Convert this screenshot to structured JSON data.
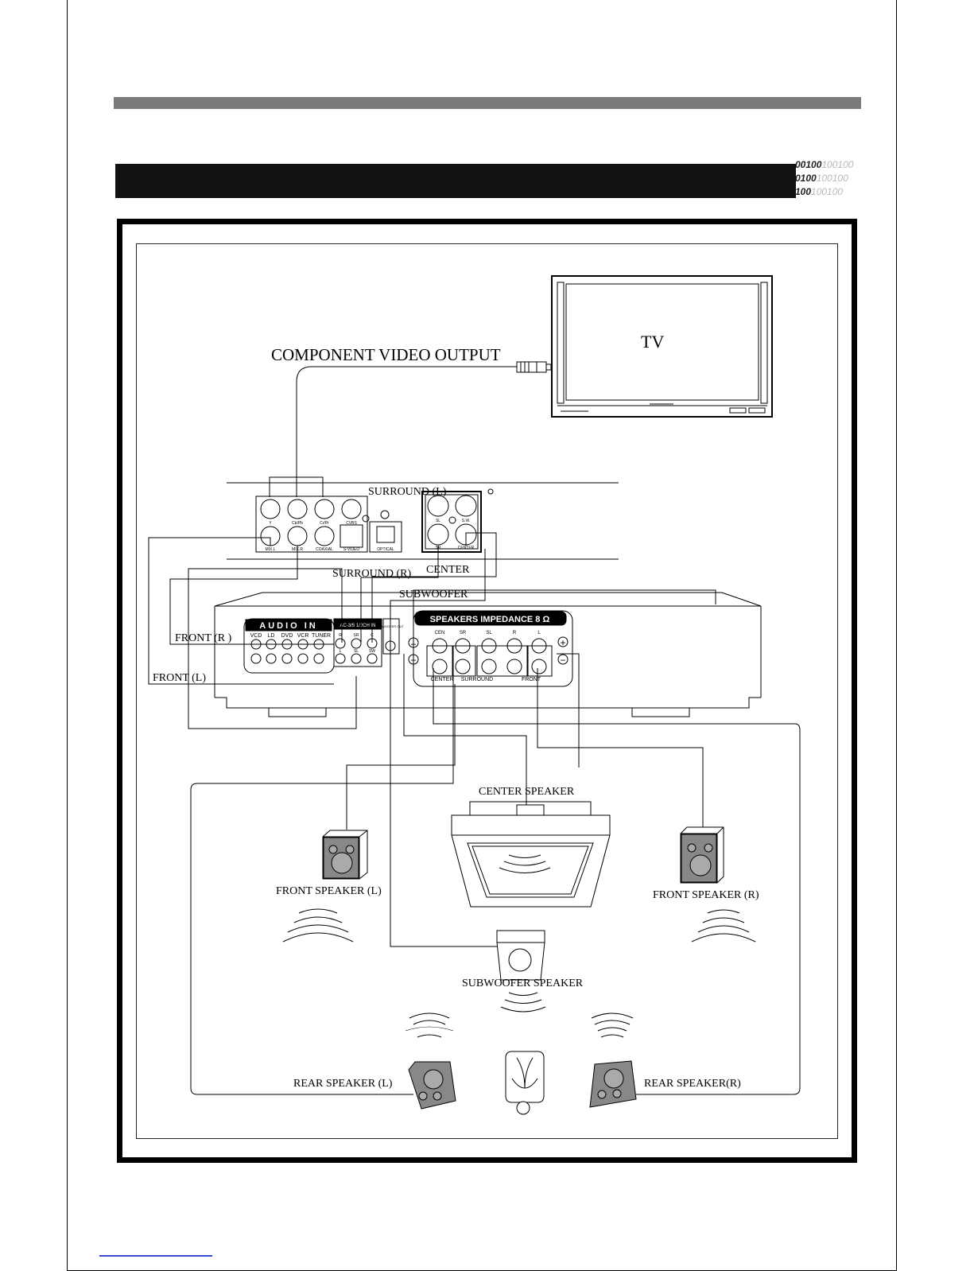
{
  "page": {
    "binary_deco": [
      {
        "dark": "00100",
        "light": "100100"
      },
      {
        "dark": "0100",
        "light": "100100"
      },
      {
        "dark": "100",
        "light": "100100"
      }
    ]
  },
  "diagram": {
    "tv_label": "TV",
    "component_video_label": "COMPONENT VIDEO OUTPUT",
    "player_panel": {
      "surround_l": "SURROUND (L)",
      "surround_r": "SURROUND (R)",
      "center": "CENTER",
      "subwoofer": "SUBWOOFER",
      "jack_labels": [
        "Y",
        "Cb/Pb",
        "Cr/Pr",
        "CVBS",
        "MIX.L",
        "MIX.R",
        "COAXIAL",
        "S-VIDEO",
        "OPTICAL",
        "SL",
        "S.W.",
        "SR",
        "CENTER"
      ]
    },
    "receiver": {
      "audio_in_title": "AUDIO IN",
      "audio_in_inputs": [
        "VCD",
        "LD",
        "DVD",
        "VCR",
        "TUNER"
      ],
      "ac3_title": "AC-3/5 1/2CH IN",
      "ac3_labels": [
        "R",
        "SR",
        "C",
        "L",
        "SL",
        "SW"
      ],
      "subwoofer_out": "S.WOOFER OUT",
      "speakers_title": "SPEAKERS IMPEDANCE 8 Ω",
      "speaker_terminals": [
        "CEN",
        "SR",
        "SL",
        "R",
        "L"
      ],
      "speaker_groups": [
        "CENTER",
        "SURROUND",
        "FRONT"
      ],
      "plus": "+",
      "minus": "−"
    },
    "front_r": "FRONT (R )",
    "front_l": "FRONT (L)",
    "center_speaker": "CENTER SPEAKER",
    "front_speaker_l": "FRONT SPEAKER (L)",
    "front_speaker_r": "FRONT SPEAKER (R)",
    "subwoofer_speaker": "SUBWOOFER SPEAKER",
    "rear_speaker_l": "REAR SPEAKER (L)",
    "rear_speaker_r": "REAR SPEAKER(R)"
  }
}
